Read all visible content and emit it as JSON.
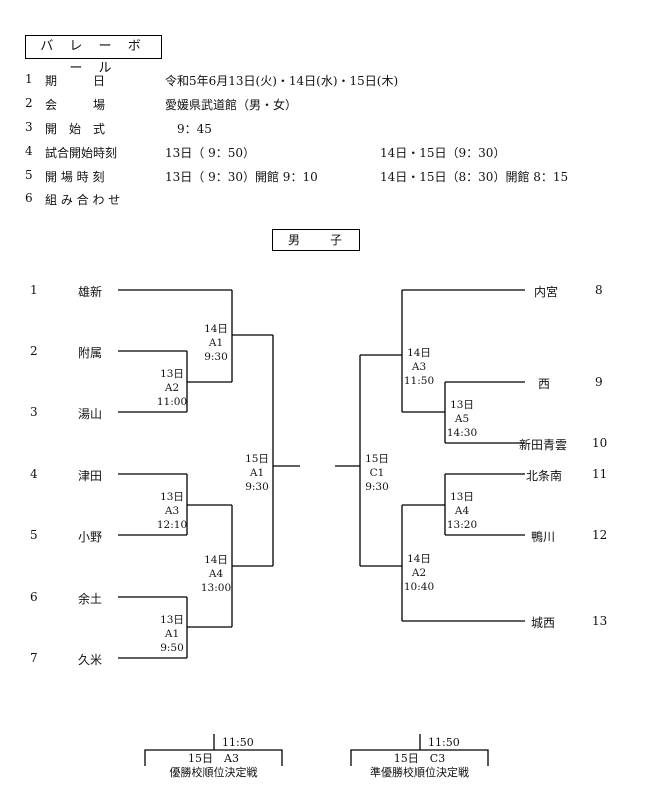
{
  "title": "バ レ ー ボ ー ル",
  "info": [
    {
      "num": "1",
      "label": "期　　　日",
      "value": "令和5年6月13日(火)・14日(水)・15日(木)",
      "value2": ""
    },
    {
      "num": "2",
      "label": "会　　　場",
      "value": "愛媛県武道館（男・女）",
      "value2": ""
    },
    {
      "num": "3",
      "label": "開　始　式",
      "value": "　9：45",
      "value2": ""
    },
    {
      "num": "4",
      "label": "試合開始時刻",
      "value": "13日（ 9：50）",
      "value2": "14日・15日（9：30）"
    },
    {
      "num": "5",
      "label": "開 場 時 刻",
      "value": "13日（ 9：30）開館 9：10",
      "value2": "14日・15日（8：30）開館 8：15"
    },
    {
      "num": "6",
      "label": "組 み 合 わ せ",
      "value": "",
      "value2": ""
    }
  ],
  "category": "男　　子",
  "left_teams": [
    {
      "num": "1",
      "name": "雄新"
    },
    {
      "num": "2",
      "name": "附属"
    },
    {
      "num": "3",
      "name": "湯山"
    },
    {
      "num": "4",
      "name": "津田"
    },
    {
      "num": "5",
      "name": "小野"
    },
    {
      "num": "6",
      "name": "余土"
    },
    {
      "num": "7",
      "name": "久米"
    }
  ],
  "right_teams": [
    {
      "num": "8",
      "name": "内宮"
    },
    {
      "num": "9",
      "name": "西"
    },
    {
      "num": "10",
      "name": "新田青雲"
    },
    {
      "num": "11",
      "name": "北条南"
    },
    {
      "num": "12",
      "name": "鴨川"
    },
    {
      "num": "13",
      "name": "城西"
    }
  ],
  "matches": {
    "l_r1_a": {
      "day": "13日",
      "court": "A2",
      "time": "11:00"
    },
    "l_r2_a": {
      "day": "14日",
      "court": "A1",
      "time": "9:30"
    },
    "l_r1_b": {
      "day": "13日",
      "court": "A3",
      "time": "12:10"
    },
    "l_r1_c": {
      "day": "13日",
      "court": "A1",
      "time": "9:50"
    },
    "l_r2_b": {
      "day": "14日",
      "court": "A4",
      "time": "13:00"
    },
    "l_semi": {
      "day": "15日",
      "court": "A1",
      "time": "9:30"
    },
    "r_r2_a": {
      "day": "14日",
      "court": "A3",
      "time": "11:50"
    },
    "r_r1_a": {
      "day": "13日",
      "court": "A5",
      "time": "14:30"
    },
    "r_r1_b": {
      "day": "13日",
      "court": "A4",
      "time": "13:20"
    },
    "r_r2_b": {
      "day": "14日",
      "court": "A2",
      "time": "10:40"
    },
    "r_semi": {
      "day": "15日",
      "court": "C1",
      "time": "9:30"
    }
  },
  "bottom": {
    "left": {
      "time": "11:50",
      "line": "15日　A3",
      "label": "優勝校順位決定戦"
    },
    "right": {
      "time": "11:50",
      "line": "15日　C3",
      "label": "準優勝校順位決定戦"
    }
  }
}
